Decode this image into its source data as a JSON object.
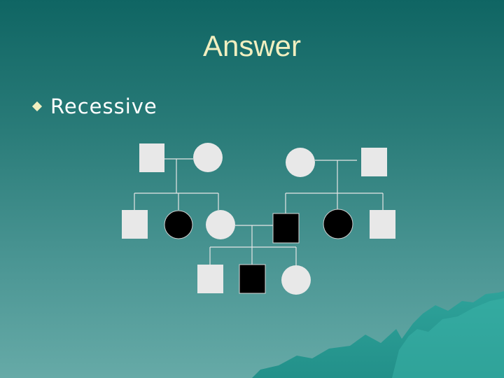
{
  "slide": {
    "title": "Answer",
    "bullet": "Recessive"
  },
  "colors": {
    "background_top": "#0f6563",
    "background_bottom": "#66aaa7",
    "title_text": "#f1efc0",
    "bullet_text": "#ffffff",
    "unaffected_fill": "#e8e8e8",
    "affected_fill": "#000000",
    "line": "#e6e6e6"
  },
  "pedigree": {
    "symbol_legend": {
      "square": "male",
      "circle": "female",
      "black_fill": "affected",
      "light_fill": "unaffected"
    },
    "generations": [
      {
        "generation": 1,
        "individuals": [
          {
            "id": "g1-left-father",
            "sex": "male",
            "affected": false
          },
          {
            "id": "g1-left-mother",
            "sex": "female",
            "affected": false
          },
          {
            "id": "g1-right-mother",
            "sex": "female",
            "affected": false
          },
          {
            "id": "g1-right-father",
            "sex": "male",
            "affected": false
          }
        ]
      },
      {
        "generation": 2,
        "individuals": [
          {
            "id": "g2-son-1",
            "sex": "male",
            "affected": false
          },
          {
            "id": "g2-daughter-1",
            "sex": "female",
            "affected": true
          },
          {
            "id": "g2-daughter-2",
            "sex": "female",
            "affected": false
          },
          {
            "id": "g2-son-2",
            "sex": "male",
            "affected": true
          },
          {
            "id": "g2-daughter-3",
            "sex": "female",
            "affected": true
          },
          {
            "id": "g2-son-3",
            "sex": "male",
            "affected": false
          }
        ]
      },
      {
        "generation": 3,
        "individuals": [
          {
            "id": "g3-son-1",
            "sex": "male",
            "affected": false
          },
          {
            "id": "g3-son-2",
            "sex": "male",
            "affected": true
          },
          {
            "id": "g3-daughter-1",
            "sex": "female",
            "affected": false
          }
        ]
      }
    ],
    "matings": [
      {
        "partners": [
          "g1-left-father",
          "g1-left-mother"
        ],
        "children": [
          "g2-son-1",
          "g2-daughter-1",
          "g2-daughter-2"
        ]
      },
      {
        "partners": [
          "g1-right-mother",
          "g1-right-father"
        ],
        "children": [
          "g2-son-2",
          "g2-daughter-3",
          "g2-son-3"
        ]
      },
      {
        "partners": [
          "g2-daughter-2",
          "g2-son-2"
        ],
        "children": [
          "g3-son-1",
          "g3-son-2",
          "g3-daughter-1"
        ]
      }
    ]
  }
}
